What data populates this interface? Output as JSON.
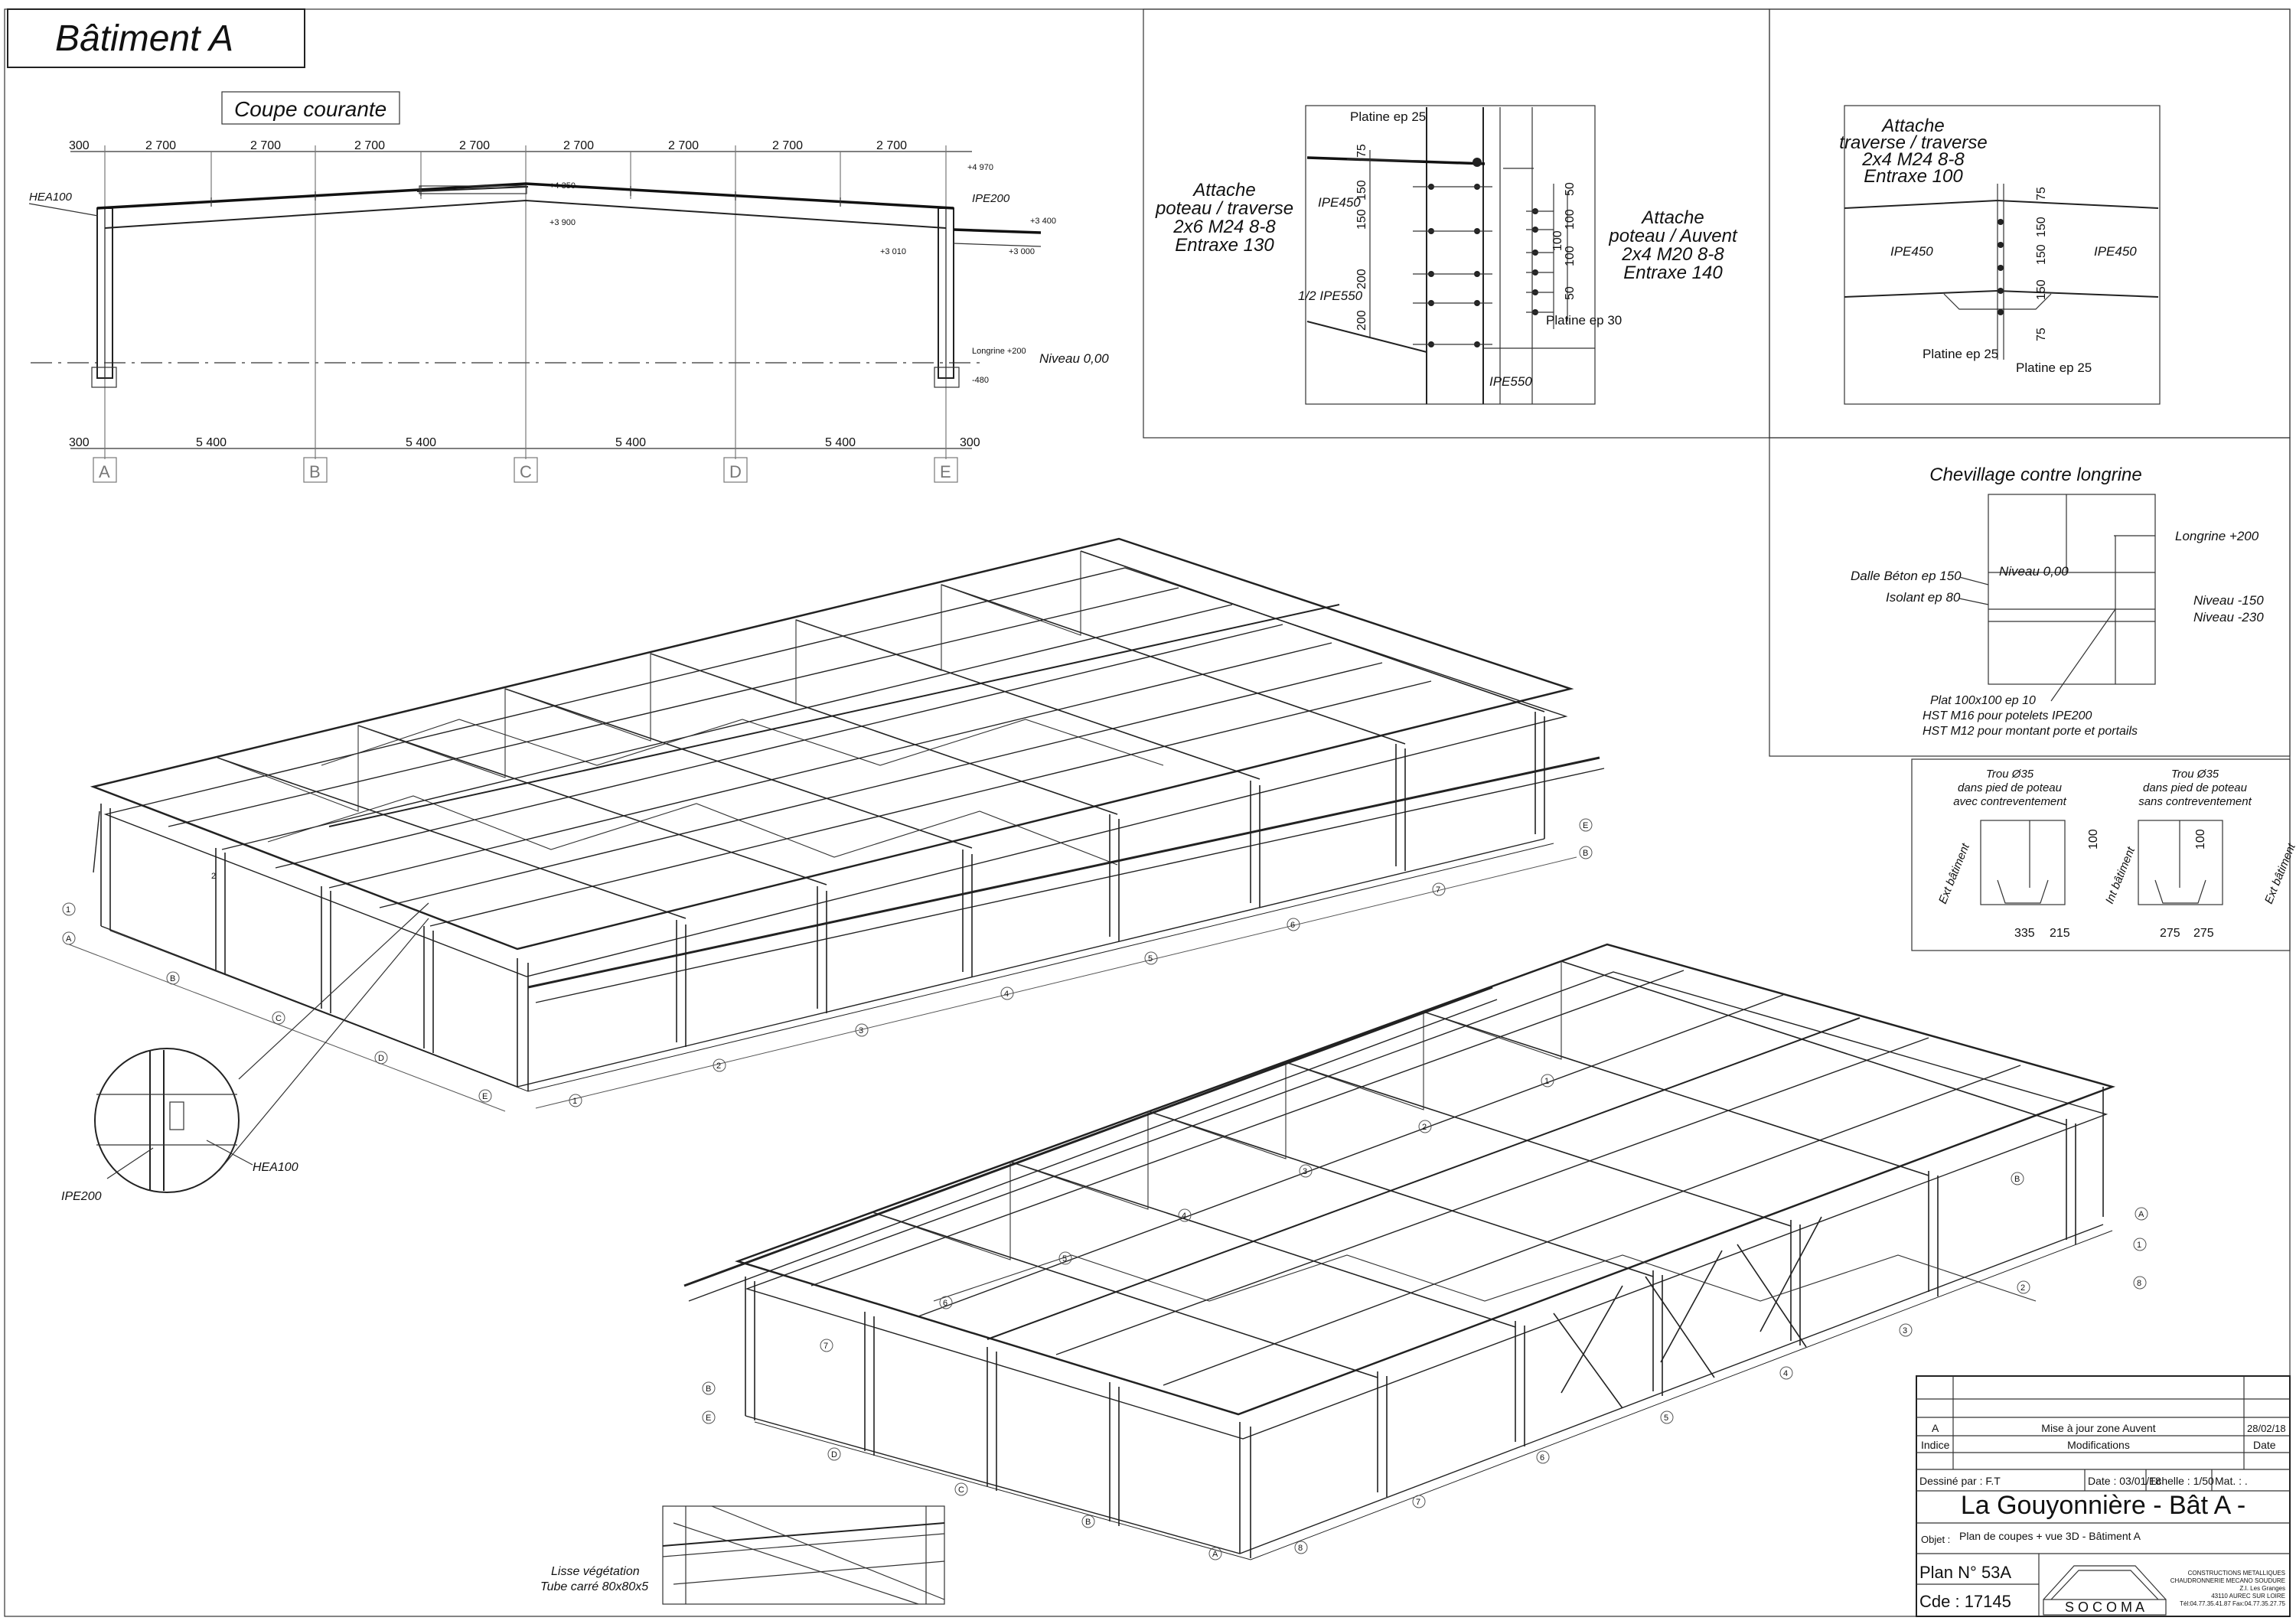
{
  "header": {
    "title": "Bâtiment A"
  },
  "section": {
    "title": "Coupe courante",
    "top_dims": [
      "300",
      "2 700",
      "2 700",
      "2 700",
      "2 700",
      "2 700",
      "2 700",
      "2 700",
      "2 700"
    ],
    "bottom_dims": [
      "300",
      "5 400",
      "5 400",
      "5 400",
      "5 400",
      "300"
    ],
    "axes": [
      "A",
      "B",
      "C",
      "D",
      "E"
    ],
    "labels": {
      "hea100": "HEA100",
      "ipe200": "IPE200",
      "lev_4970": "+4 970",
      "lev_4350": "+4 350",
      "lev_3900": "+3 900",
      "lev_3400": "+3 400",
      "lev_3010": "+3 010",
      "lev_3000": "+3 000",
      "longrine": "Longrine +200",
      "niveau": "Niveau 0,00",
      "minus480": "-480"
    }
  },
  "detail1": {
    "title_left": [
      "Attache",
      "poteau / traverse",
      "2x6 M24 8-8",
      "Entraxe 130"
    ],
    "title_right": [
      "Attache",
      "poteau / Auvent",
      "2x4 M20 8-8",
      "Entraxe 140"
    ],
    "labels": {
      "platine25": "Platine ep 25",
      "ipe450": "IPE450",
      "half_ipe550": "1/2 IPE550",
      "platine30": "Platine ep 30",
      "ipe550": "IPE550"
    },
    "dims_left": [
      "75",
      "150",
      "150",
      "200",
      "200"
    ],
    "dims_right": [
      "50",
      "100",
      "100",
      "100",
      "50"
    ]
  },
  "detail2": {
    "title": [
      "Attache",
      "traverse / traverse",
      "2x4 M24 8-8",
      "Entraxe 100"
    ],
    "labels": {
      "ipe450_left": "IPE450",
      "ipe450_right": "IPE450",
      "platine_left": "Platine ep 25",
      "platine_right": "Platine ep 25"
    },
    "dims": [
      "75",
      "150",
      "150",
      "150",
      "75"
    ]
  },
  "detail3": {
    "title": "Chevillage contre longrine",
    "labels": {
      "longrine": "Longrine +200",
      "niveau0": "Niveau 0,00",
      "dalle": "Dalle Béton ep 150",
      "isolant": "Isolant ep 80",
      "niv150": "Niveau -150",
      "niv230": "Niveau -230",
      "plat": "Plat 100x100 ep 10",
      "hst16": "HST M16 pour potelets IPE200",
      "hst12": "HST M12 pour montant porte et portails"
    }
  },
  "detail4": {
    "left_title": [
      "Trou Ø35",
      "dans pied de poteau",
      "avec contreventement"
    ],
    "right_title": [
      "Trou Ø35",
      "dans pied de poteau",
      "sans contreventement"
    ],
    "labels": {
      "ext1": "Ext bâtiment",
      "int": "Int bâtiment",
      "ext2": "Ext bâtiment",
      "d100a": "100",
      "d100b": "100"
    },
    "dims_left": [
      "335",
      "215"
    ],
    "dims_right": [
      "275",
      "275"
    ]
  },
  "zoom_labels": {
    "ipe200": "IPE200",
    "hea100": "HEA100",
    "lisse1": "Lisse végétation",
    "lisse2": "Tube carré 80x80x5"
  },
  "iso_markers": {
    "top": [
      "1",
      "A",
      "B",
      "C",
      "D",
      "E",
      "1",
      "2",
      "3",
      "4",
      "5",
      "6",
      "7",
      "E",
      "B",
      "2"
    ],
    "bottom": [
      "1",
      "2",
      "3",
      "4",
      "5",
      "6",
      "7",
      "B",
      "E",
      "D",
      "C",
      "B",
      "A",
      "8",
      "7",
      "6",
      "5",
      "4",
      "3",
      "2",
      "1",
      "A",
      "B",
      "8"
    ]
  },
  "title_block": {
    "rev_index": "A",
    "rev_desc": "Mise à jour zone Auvent",
    "rev_date": "28/02/18",
    "hdr_indice": "Indice",
    "hdr_modif": "Modifications",
    "hdr_date": "Date",
    "drawn_by": "Dessiné par : F.T",
    "date": "Date : 03/01/18",
    "scale": "Echelle : 1/50",
    "mat": "Mat. : .",
    "project": "La Gouyonnière - Bât A -",
    "objet_label": "Objet :",
    "objet": "Plan de coupes + vue 3D - Bâtiment A",
    "plan": "Plan N°  53A",
    "cde": "Cde :  17145",
    "company": "S O C O M A",
    "company_lines": [
      "CONSTRUCTIONS METALLIQUES",
      "CHAUDRONNERIE MECANO SOUDURE",
      "Z.I. Les Granges",
      "43110 AUREC SUR LOIRE",
      "Tél:04.77.35.41.87 Fax:04.77.35.27.75"
    ]
  }
}
